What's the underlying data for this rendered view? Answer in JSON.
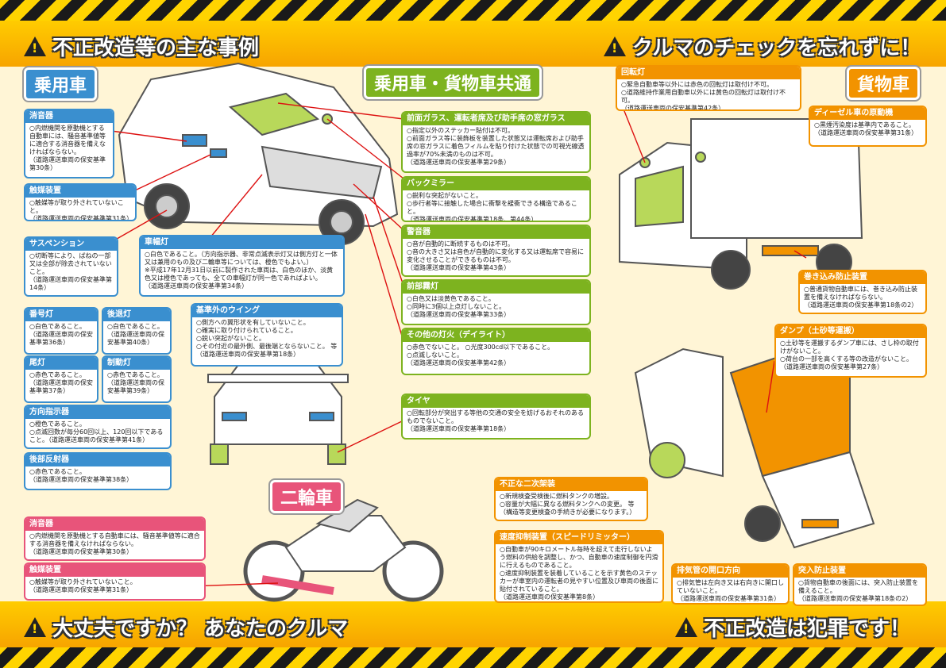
{
  "headers": {
    "top_left": "不正改造等の主な事例",
    "top_right": "クルマのチェックを忘れずに！",
    "bottom_left": "大丈夫ですか？ あなたのクルマ",
    "bottom_right": "不正改造は犯罪です！"
  },
  "tags": {
    "passenger": "乗用車",
    "common": "乗用車・貨物車共通",
    "truck": "貨物車",
    "motorcycle": "二輪車"
  },
  "colors": {
    "blue": "#3a8fcf",
    "green": "#7db31f",
    "orange": "#f29300",
    "pink": "#e8547a"
  },
  "passenger_boxes": [
    {
      "title": "消音器",
      "body": "○内燃機関を原動機とする自動車には、騒音基準値等に適合する消音器を備えなければならない。\n（道路運送車両の保安基準第30条）"
    },
    {
      "title": "触媒装置",
      "body": "○触媒等が取り外されていないこと。\n（道路運送車両の保安基準第31条）"
    },
    {
      "title": "サスペンション",
      "body": "○切断等により、ばねの一部又は全部が除去されていないこと。\n（道路運送車両の保安基準第14条）"
    },
    {
      "title": "車幅灯",
      "body": "○白色であること。（方向指示器、非常点滅表示灯又は側方灯と一体又は兼用のもの及び二輪車等については、橙色でもよい。）\n※平成17年12月31日以前に製作された車両は、白色のほか、淡黄色又は橙色であっても、全ての車幅灯が同一色であればよい。\n（道路運送車両の保安基準第34条）"
    },
    {
      "title": "番号灯",
      "body": "○白色であること。\n（道路運送車両の保安基準第36条）"
    },
    {
      "title": "後退灯",
      "body": "○白色であること。\n（道路運送車両の保安基準第40条）"
    },
    {
      "title": "尾灯",
      "body": "○赤色であること。\n（道路運送車両の保安基準第37条）"
    },
    {
      "title": "制動灯",
      "body": "○赤色であること。\n（道路運送車両の保安基準第39条）"
    },
    {
      "title": "方向指示器",
      "body": "○橙色であること。\n○点滅回数が毎分60回以上、120回以下であること。（道路運送車両の保安基準第41条）"
    },
    {
      "title": "後部反射器",
      "body": "○赤色であること。\n（道路運送車両の保安基準第38条）"
    },
    {
      "title": "基準外のウイング",
      "body": "○側方への翼形状を有していないこと。\n○確実に取り付けられていること。\n○鋭い突起がないこと。\n○その付近の最外側、最後端とならないこと。 等\n（道路運送車両の保安基準第18条）"
    }
  ],
  "common_boxes": [
    {
      "title": "前面ガラス、運転者席及び助手席の窓ガラス",
      "body": "○指定以外のステッカー貼付は不可。\n○前面ガラス等に装飾板を装置した状態又は運転席および助手席の窓ガラスに着色フィルムを貼り付けた状態での可視光線透過率が70%未満のものは不可。\n（道路運送車両の保安基準第29条）"
    },
    {
      "title": "バックミラー",
      "body": "○鋭利な突起がないこと。\n○歩行者等に接触した場合に衝撃を緩衝できる構造であること。\n（道路運送車両の保安基準第18条、第44条）"
    },
    {
      "title": "警音器",
      "body": "○音が自動的に断続するものは不可。\n○音の大きさ又は音色が自動的に変化する又は運転席で容易に変化させることができるものは不可。\n（道路運送車両の保安基準第43条）"
    },
    {
      "title": "前部霧灯",
      "body": "○白色又は淡黄色であること。\n○同時に3個以上点灯しないこと。\n（道路運送車両の保安基準第33条）"
    },
    {
      "title": "その他の灯火（デイライト）",
      "body": "○赤色でないこと。 ○光度300cd以下であること。\n○点滅しないこと。\n（道路運送車両の保安基準第42条）"
    },
    {
      "title": "タイヤ",
      "body": "○回転部分が突出する等他の交通の安全を妨げるおそれのあるものでないこと。\n（道路運送車両の保安基準第18条）"
    }
  ],
  "truck_boxes": [
    {
      "title": "回転灯",
      "body": "○緊急自動車等以外には赤色の回転灯は取付け不可。\n○道路維持作業用自動車以外には黄色の回転灯は取付け不可。\n（道路運送車両の保安基準第42条）"
    },
    {
      "title": "ディーゼル車の原動機",
      "body": "○黒煙汚染度は基準内であること。\n（道路運送車両の保安基準第31条）"
    },
    {
      "title": "巻き込み防止装置",
      "body": "○普通貨物自動車には、巻き込み防止装置を備えなければならない。\n（道路運送車両の保安基準第18条の2）"
    },
    {
      "title": "ダンプ（土砂等運搬）",
      "body": "○土砂等を運搬するダンプ車には、さし枠の取付けがないこと。\n○荷台の一部を高くする等の改造がないこと。\n（道路運送車両の保安基準第27条）"
    },
    {
      "title": "不正な二次架装",
      "body": "○新規検査受検後に燃料タンクの増設。\n○容量が大幅に異なる燃料タンクへの変更。 等\n（構造等変更検査の手続きが必要になります。）"
    },
    {
      "title": "速度抑制装置（スピードリミッター）",
      "body": "○自動車が90キロメートル毎時を超えて走行しないよう燃料の供給を調整し、かつ、自動車の速度制御を円滑に行えるものであること。\n○速度抑制装置を装着していることを示す黄色のステッカーが車室内の運転者の見やすい位置及び車両の後面に貼付されていること。\n（道路運送車両の保安基準第8条）"
    },
    {
      "title": "排気管の開口方向",
      "body": "○排気管は左向き又は右向きに開口していないこと。\n（道路運送車両の保安基準第31条）"
    },
    {
      "title": "突入防止装置",
      "body": "○貨物自動車の後面には、突入防止装置を備えること。\n（道路運送車両の保安基準第18条の2）"
    }
  ],
  "motorcycle_boxes": [
    {
      "title": "消音器",
      "body": "○内燃機関を原動機とする自動車には、騒音基準値等に適合する消音器を備えなければならない。\n（道路運送車両の保安基準第30条）"
    },
    {
      "title": "触媒装置",
      "body": "○触媒等が取り外されていないこと。\n（道路運送車両の保安基準第31条）"
    }
  ]
}
